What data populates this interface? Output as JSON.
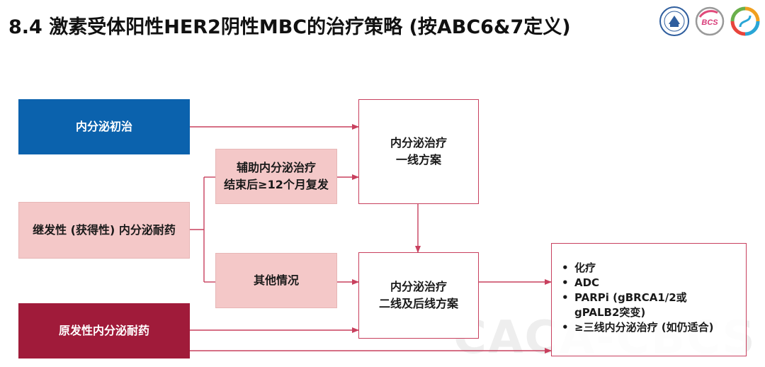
{
  "title": "8.4 激素受体阳性HER2阴性MBC的治疗策略 (按ABC6&7定义)",
  "logos": {
    "logo1_icon": "association-seal-icon",
    "logo2_text": "BCS",
    "logo3_icon": "swirl-logo-icon"
  },
  "boxes": {
    "endocrine_naive": "内分泌初治",
    "secondary_resistance": "继发性 (获得性) 内分泌耐药",
    "primary_resistance": "原发性内分泌耐药",
    "relapse_after_adjuvant_line1": "辅助内分泌治疗",
    "relapse_after_adjuvant_line2": "结束后≥12个月复发",
    "other": "其他情况",
    "first_line_line1": "内分泌治疗",
    "first_line_line2": "一线方案",
    "second_line_line1": "内分泌治疗",
    "second_line_line2": "二线及后线方案"
  },
  "options": [
    "化疗",
    "ADC",
    "PARPi (gBRCA1/2或",
    "gPALB2突变)",
    "≥三线内分泌治疗 (如仍适合)"
  ],
  "watermark": "CACA-CBCS",
  "colors": {
    "blue": "#0b62ad",
    "dark_red": "#a01b3a",
    "pink": "#f4c8c8",
    "arrow": "#c8405e"
  }
}
